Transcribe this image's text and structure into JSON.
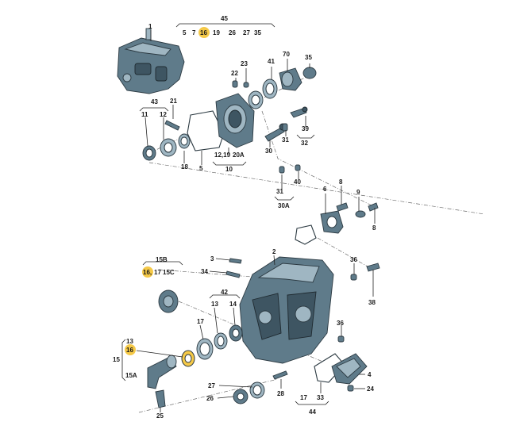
{
  "callouts": {
    "c1": "1",
    "c45": "45",
    "c5a": "5",
    "c7": "7",
    "c16a": "16",
    "c19": "19",
    "c26": "26",
    "c27": "27",
    "c35a": "35",
    "c22": "22",
    "c23": "23",
    "c41": "41",
    "c70": "70",
    "c35b": "35",
    "c43": "43",
    "c21": "21",
    "c11": "11",
    "c12": "12",
    "c18": "18",
    "c5b": "5",
    "c1219": "12,19",
    "c20A": "20A",
    "c10": "10",
    "c30": "30",
    "c31a": "31",
    "c39": "39",
    "c32": "32",
    "c31b": "31",
    "c40": "40",
    "c30A": "30A",
    "c6": "6",
    "c8a": "8",
    "c9": "9",
    "c8b": "8",
    "c15B": "15B",
    "c16b": "16,",
    "c17a": "17",
    "c15C": "15C",
    "c3": "3",
    "c34": "34",
    "c2": "2",
    "c36a": "36",
    "c38": "38",
    "c42": "42",
    "c13a": "13",
    "c14": "14",
    "c17b": "17",
    "c36b": "36",
    "c13b": "13",
    "c16c": "16",
    "c15": "15",
    "c15A": "15A",
    "c25": "25",
    "c27b": "27",
    "c26b": "26",
    "c28": "28",
    "c17c": "17",
    "c33": "33",
    "c44": "44",
    "c4": "4",
    "c24": "24"
  },
  "highlight_color": "#f5c948",
  "part_color": "#5f7b8a"
}
